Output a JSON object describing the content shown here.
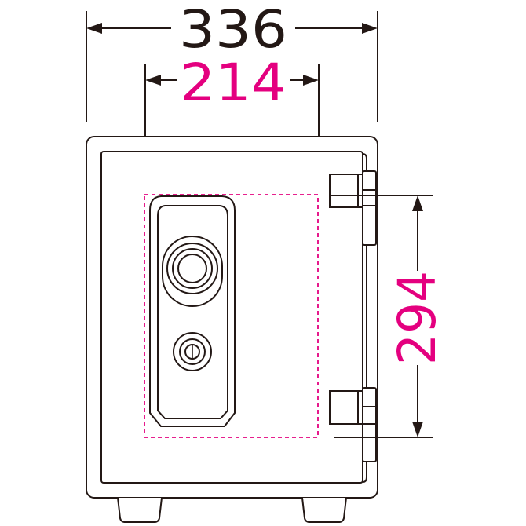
{
  "dimensions": {
    "overall_width": "336",
    "inner_width": "214",
    "inner_height": "294"
  },
  "colors": {
    "outline": "#231815",
    "accent": "#e4007f",
    "background": "#ffffff"
  },
  "icons": [
    "safe-body-icon",
    "combination-dial-icon",
    "key-lock-icon",
    "door-hinge-icon",
    "safe-foot-icon"
  ]
}
